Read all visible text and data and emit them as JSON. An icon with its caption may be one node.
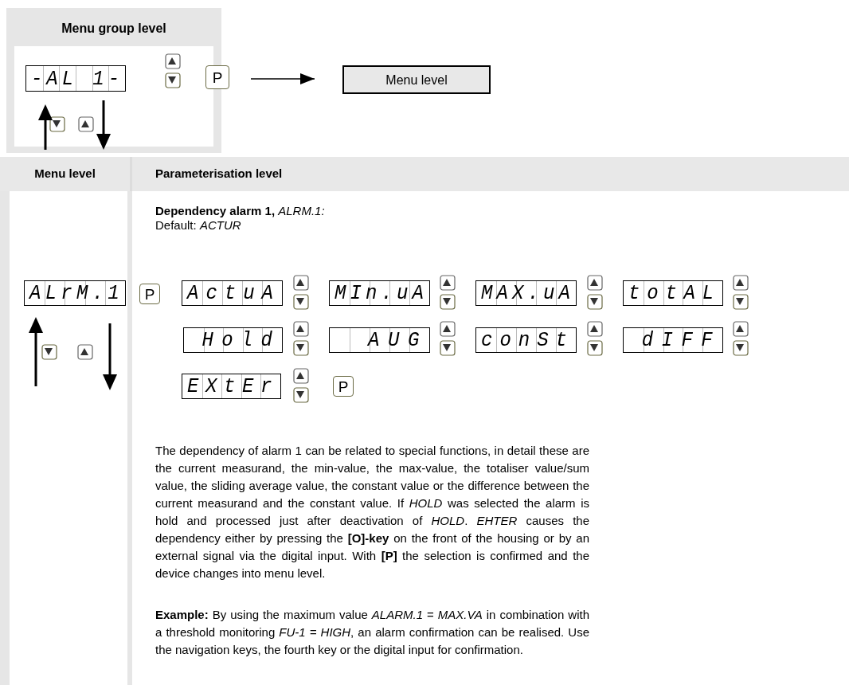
{
  "diagram": {
    "nodes": [
      {
        "text": [
          "Menu group level"
        ]
      },
      {
        "text": [
          "-AL 1-"
        ],
        "in": 0
      },
      {
        "text": [
          "P"
        ],
        "in": 0
      },
      {
        "text": [
          "Menu level"
        ]
      },
      {
        "text": [
          "Menu level"
        ]
      },
      {
        "text": [
          "Parameterisation level"
        ]
      },
      {
        "text": [
          "ALrM.1"
        ]
      },
      {
        "text": [
          "P"
        ]
      },
      {
        "text": [
          "ActuA"
        ]
      },
      {
        "text": [
          "MIn.uA"
        ]
      },
      {
        "text": [
          "MAX.uA"
        ]
      },
      {
        "text": [
          "totAL"
        ]
      },
      {
        "text": [
          "Hold"
        ]
      },
      {
        "text": [
          "AUG"
        ]
      },
      {
        "text": [
          "conSt"
        ]
      },
      {
        "text": [
          "dIFF"
        ]
      },
      {
        "text": [
          "EXtEr"
        ]
      },
      {
        "text": [
          "P"
        ]
      }
    ],
    "edges": [
      {
        "from": 2,
        "to": 3,
        "arrow": "to"
      }
    ],
    "labels": [
      "**Dependency alarm 1,** *ALRM.1:*",
      "Default: *ACTUR*",
      "The dependency of alarm 1 can be related to special functions, in detail these are the current measurand, the min-value, the max-value, the totaliser value/sum value, the sliding average value, the constant value or the difference between the current measurand and the constant value. If *HOLD* was selected the alarm is hold and processed just after deactivation of *HOLD*. *EHTER* causes the dependency either by pressing the **[O]-key** on the front of the housing or by an external signal via the digital input. With **[P]** the selection is confirmed and the device changes into menu level.",
      "**Example:** By using the maximum value *ALARM.1* = *MAX.VA* in combination with a threshold monitoring *FU-1 = HIGH*, an alarm confirmation can be realised. Use the navigation keys, the fourth key or the digital input for confirmation."
    ]
  }
}
